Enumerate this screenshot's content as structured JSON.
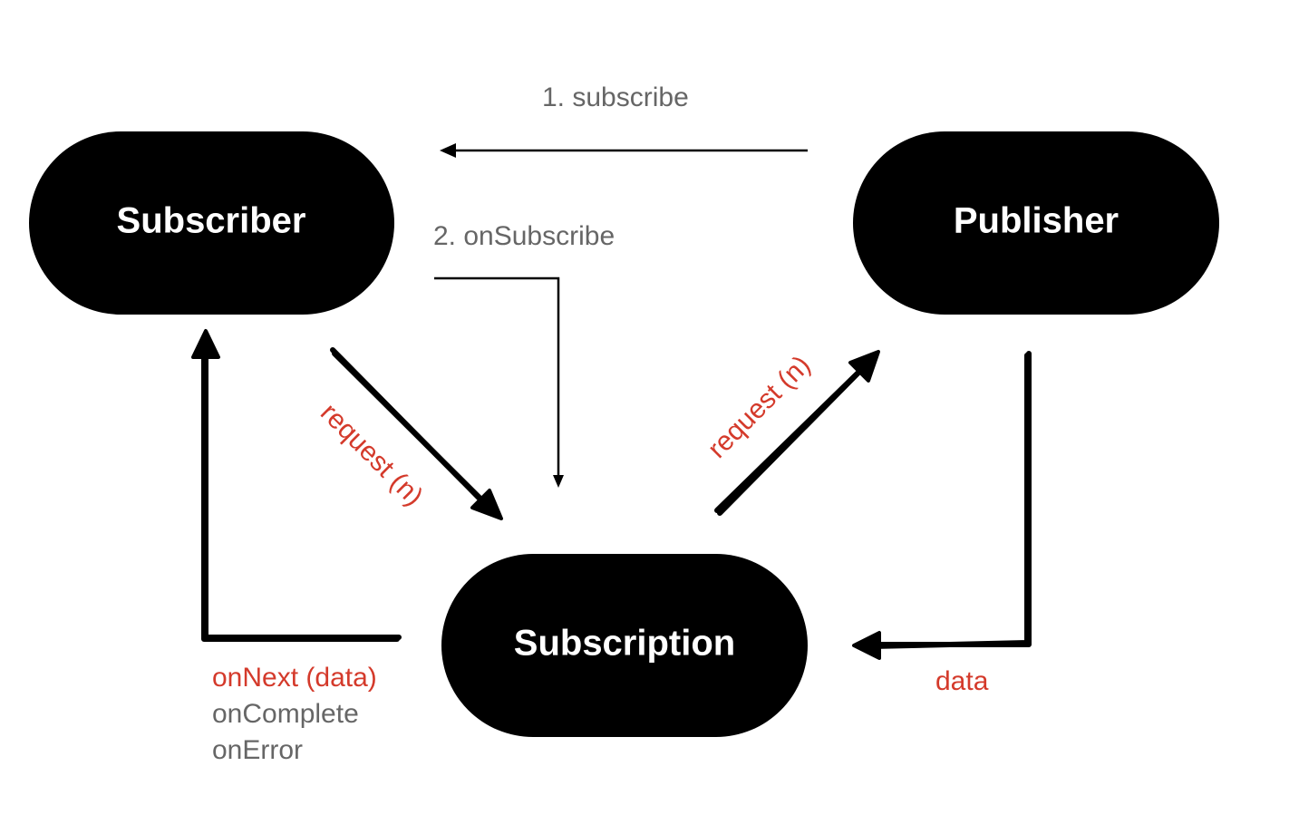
{
  "nodes": {
    "subscriber": "Subscriber",
    "publisher": "Publisher",
    "subscription": "Subscription"
  },
  "labels": {
    "subscribe": "1. subscribe",
    "on_subscribe": "2. onSubscribe",
    "request_left": "request (n)",
    "request_right": "request (n)",
    "on_next": "onNext (data)",
    "on_complete": "onComplete",
    "on_error": "onError",
    "data": "data"
  },
  "colors": {
    "node_fill": "#000000",
    "node_text": "#ffffff",
    "label_gray": "#666666",
    "label_red": "#d43a2b"
  }
}
